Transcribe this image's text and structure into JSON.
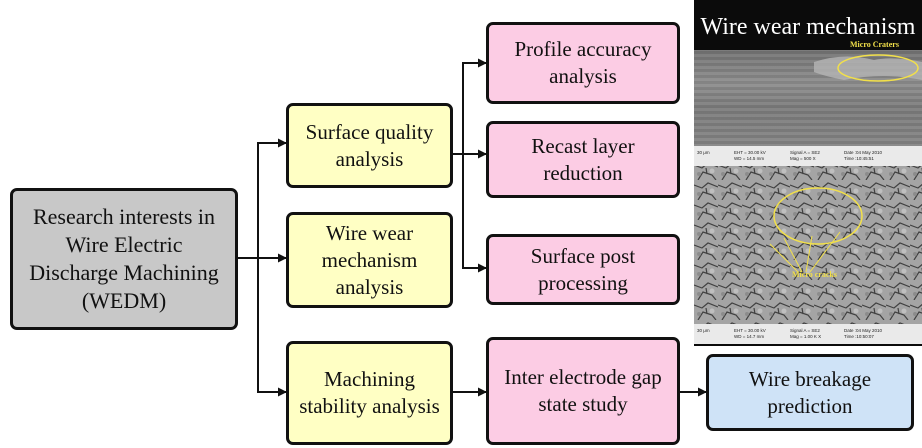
{
  "root": "Research interests in Wire Electric Discharge Machining (WEDM)",
  "level1": {
    "surface_quality": "Surface quality analysis",
    "wire_wear": "Wire wear mechanism analysis",
    "machining_stability": "Machining stability analysis"
  },
  "level2": {
    "profile_accuracy": "Profile accuracy analysis",
    "recast_layer": "Recast layer reduction",
    "surface_post": "Surface post processing",
    "inter_electrode": "Inter electrode gap state study"
  },
  "level3": {
    "wire_breakage": "Wire breakage prediction"
  },
  "sem_image": {
    "title": "Wire wear mechanism",
    "label_top": "Micro Craters",
    "label_bottom": "Micro cracks",
    "panel1": {
      "scale": "30 μm",
      "eht": "EHT = 30.00 kV",
      "wd": "WD = 14.5 mm",
      "signal": "Signal A = SE2",
      "mag": "Mag = 500 X",
      "date": "Date :04 May 2010",
      "time": "Time :10:45:51"
    },
    "panel2": {
      "scale": "30 μm",
      "eht": "EHT = 30.00 kV",
      "wd": "WD = 14.7 mm",
      "signal": "Signal A = SE2",
      "mag": "Mag = 1.00 K X",
      "date": "Date :04 May 2010",
      "time": "Time :10:50:07"
    }
  },
  "colors": {
    "root_fill": "#c8c8c8",
    "level1_fill": "#ffffc4",
    "level2_fill": "#fccce4",
    "level3_fill": "#cfe3f7",
    "line": "#111111",
    "annotation": "#f2e04a"
  }
}
